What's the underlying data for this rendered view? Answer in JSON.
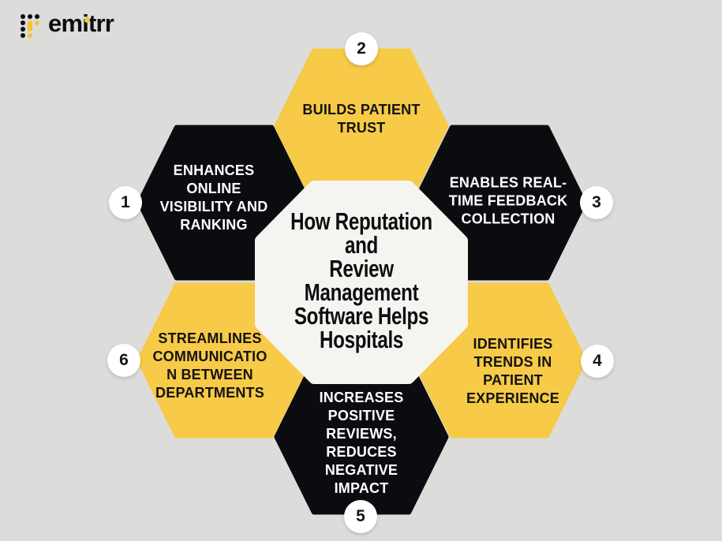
{
  "logo": {
    "brand": "emitrr"
  },
  "center": {
    "title_lines": [
      "How Reputation and",
      "Review",
      "Management",
      "Software Helps",
      "Hospitals"
    ],
    "title_text": "How Reputation and Review Management Software Helps Hospitals"
  },
  "items": [
    {
      "number": "1",
      "label_lines": [
        "ENHANCES",
        "ONLINE",
        "VISIBILITY AND",
        "RANKING"
      ],
      "style": "black"
    },
    {
      "number": "2",
      "label_lines": [
        "BUILDS PATIENT",
        "TRUST"
      ],
      "style": "yellow"
    },
    {
      "number": "3",
      "label_lines": [
        "ENABLES REAL-",
        "TIME FEEDBACK",
        "COLLECTION"
      ],
      "style": "black"
    },
    {
      "number": "4",
      "label_lines": [
        "IDENTIFIES",
        "TRENDS IN",
        "PATIENT",
        "EXPERIENCE"
      ],
      "style": "yellow"
    },
    {
      "number": "5",
      "label_lines": [
        "INCREASES",
        "POSITIVE",
        "REVIEWS,",
        "REDUCES",
        "NEGATIVE",
        "IMPACT"
      ],
      "style": "black"
    },
    {
      "number": "6",
      "label_lines": [
        "STREAMLINES",
        "COMMUNICATIO",
        "N BETWEEN",
        "DEPARTMENTS"
      ],
      "style": "yellow"
    }
  ],
  "colors": {
    "yellow": "#F7CA47",
    "black": "#0A0C10",
    "background": "#DCDCDA",
    "center_fill": "#F5F4F1",
    "badge_fill": "#FFFFFF"
  }
}
